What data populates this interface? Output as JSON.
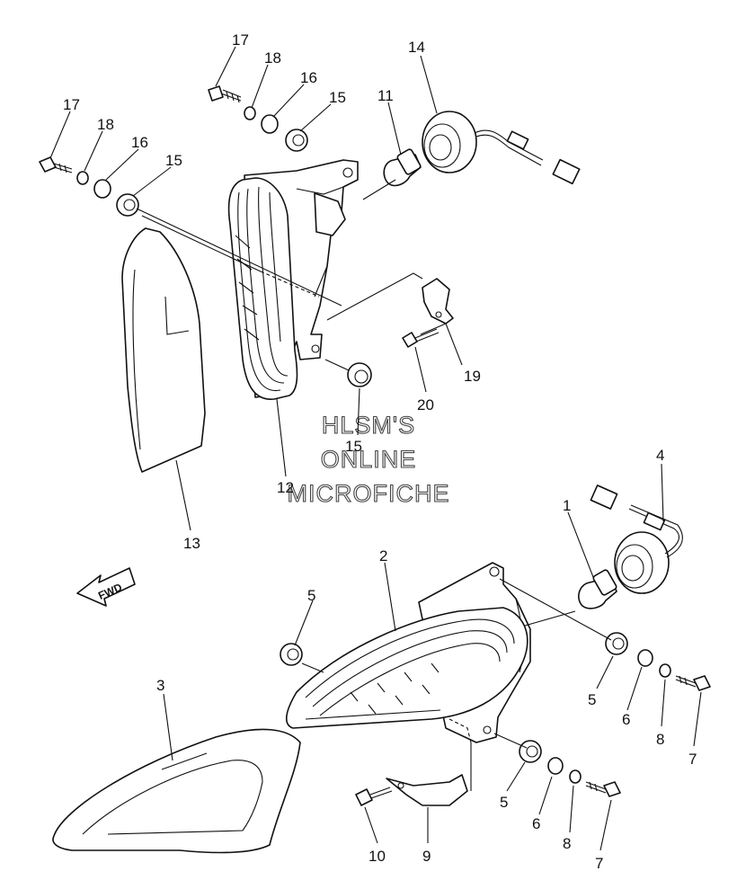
{
  "watermark": {
    "line1": "HLSM'S",
    "line2": "ONLINE",
    "line3": "MICROFICHE"
  },
  "fwd_label": "FWD",
  "callouts": {
    "c1": "1",
    "c2": "2",
    "c3": "3",
    "c4": "4",
    "c5a": "5",
    "c5b": "5",
    "c5c": "5",
    "c6a": "6",
    "c6b": "6",
    "c7a": "7",
    "c7b": "7",
    "c8a": "8",
    "c8b": "8",
    "c9": "9",
    "c10": "10",
    "c11": "11",
    "c12": "12",
    "c13": "13",
    "c14": "14",
    "c15a": "15",
    "c15b": "15",
    "c15c": "15",
    "c16a": "16",
    "c16b": "16",
    "c17a": "17",
    "c17b": "17",
    "c18a": "18",
    "c18b": "18",
    "c19": "19",
    "c20": "20"
  }
}
